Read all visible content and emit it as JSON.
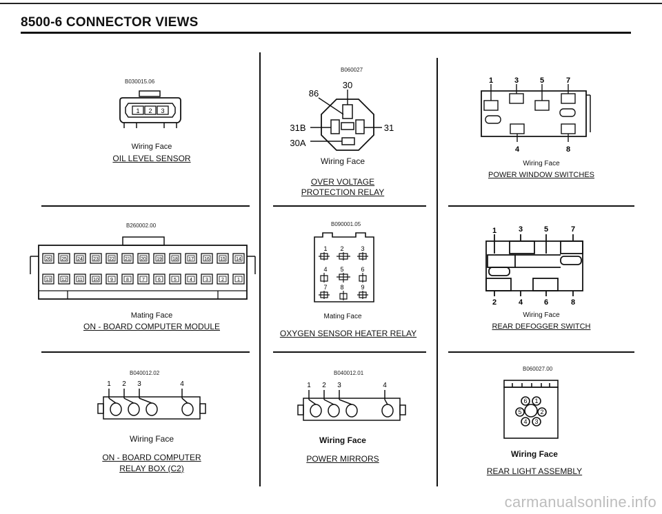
{
  "header": {
    "title": "8500-6 CONNECTOR VIEWS"
  },
  "panels": [
    {
      "code": "B030015.06",
      "face": "Wiring Face",
      "name_lines": [
        "OIL LEVEL SENSOR"
      ],
      "pins": [
        "1",
        "2",
        "3"
      ]
    },
    {
      "code": "B060027",
      "face": "Wiring Face",
      "name_lines": [
        "OVER VOLTAGE",
        "PROTECTION RELAY"
      ],
      "pins": [
        "30",
        "86",
        "31B",
        "31",
        "30A"
      ]
    },
    {
      "code": "",
      "face": "Wiring Face",
      "name_lines": [
        "POWER WINDOW SWITCHES"
      ],
      "pins": [
        "1",
        "3",
        "5",
        "7",
        "4",
        "8"
      ]
    },
    {
      "code": "B260002.00",
      "face": "Mating Face",
      "name_lines": [
        "ON - BOARD COMPUTER MODULE"
      ],
      "pins_top": [
        "26",
        "25",
        "24",
        "23",
        "22",
        "21",
        "20",
        "19",
        "18",
        "17",
        "16",
        "15",
        "14"
      ],
      "pins_bottom": [
        "13",
        "12",
        "11",
        "10",
        "9",
        "8",
        "7",
        "6",
        "5",
        "4",
        "3",
        "2",
        "1"
      ]
    },
    {
      "code": "B090001.05",
      "face": "Mating Face",
      "name_lines": [
        "OXYGEN SENSOR HEATER RELAY"
      ],
      "pins": [
        "1",
        "2",
        "3",
        "4",
        "5",
        "6",
        "7",
        "8",
        "9"
      ]
    },
    {
      "code": "",
      "face": "Wiring Face",
      "name_lines": [
        "REAR DEFOGGER SWITCH"
      ],
      "pins": [
        "1",
        "3",
        "5",
        "7",
        "2",
        "4",
        "6",
        "8"
      ]
    },
    {
      "code": "B040012.02",
      "face": "Wiring Face",
      "name_lines": [
        "ON - BOARD COMPUTER",
        "RELAY BOX (C2)"
      ],
      "pins": [
        "1",
        "2",
        "3",
        "4"
      ]
    },
    {
      "code": "B040012.01",
      "face": "Wiring Face",
      "name_lines": [
        "POWER MIRRORS"
      ],
      "pins": [
        "1",
        "2",
        "3",
        "4"
      ]
    },
    {
      "code": "B060027.00",
      "face": "Wiring Face",
      "name_lines": [
        "REAR LIGHT ASSEMBLY"
      ],
      "pins": [
        "6",
        "1",
        "5",
        "2",
        "4",
        "3"
      ]
    }
  ],
  "watermark": "carmanualsonline.info"
}
